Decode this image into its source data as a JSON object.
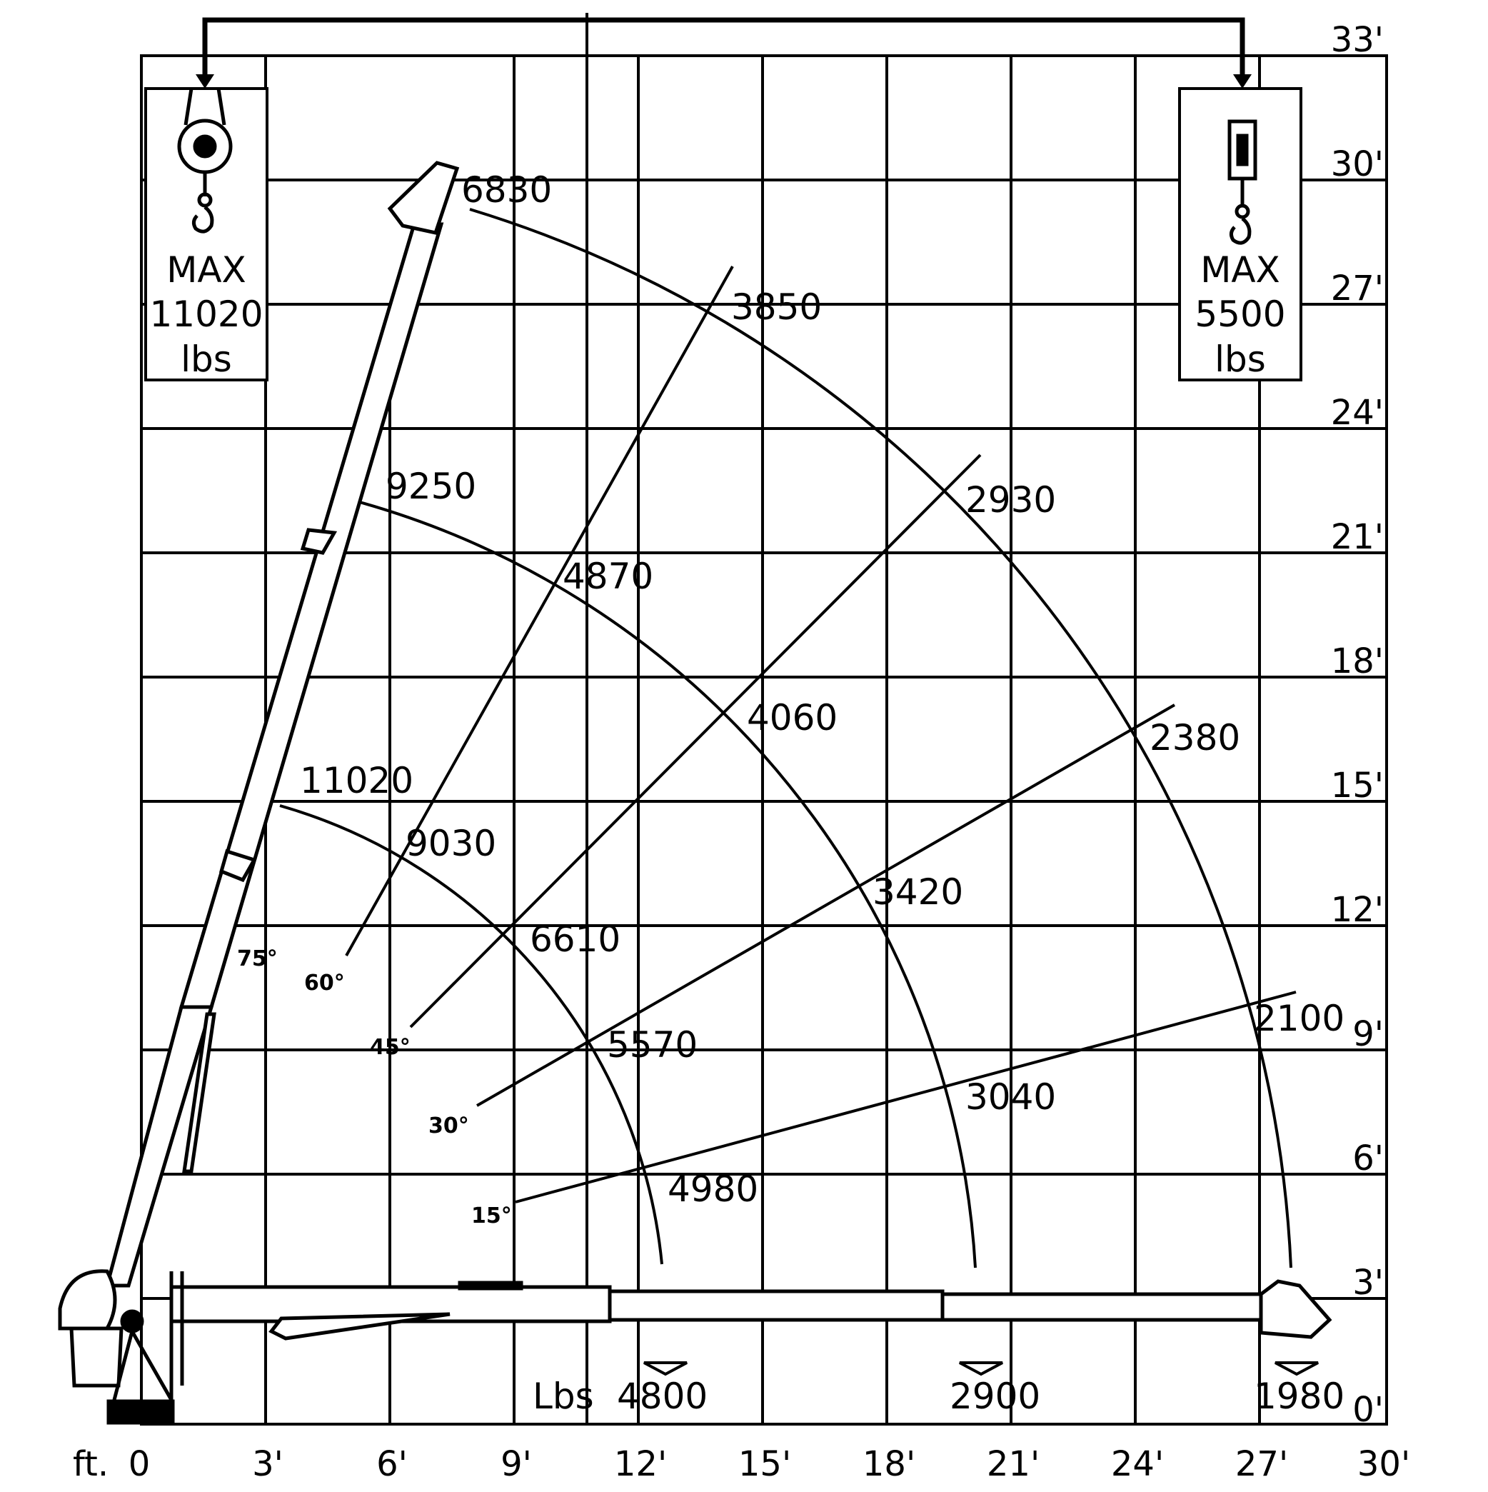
{
  "axes": {
    "x_unit": "ft.",
    "x_ticks": [
      "0",
      "3'",
      "6'",
      "9'",
      "12'",
      "15'",
      "18'",
      "21'",
      "24'",
      "27'",
      "30'"
    ],
    "y_ticks": [
      "0'",
      "3'",
      "6'",
      "9'",
      "12'",
      "15'",
      "18'",
      "21'",
      "24'",
      "27'",
      "30'",
      "33'"
    ]
  },
  "left_box": {
    "max": "MAX",
    "value": "11020",
    "unit": "lbs"
  },
  "right_box": {
    "max": "MAX",
    "value": "5500",
    "unit": "lbs"
  },
  "arc_loads": {
    "a1": {
      "top": "11020",
      "d60": "9030",
      "d45": "6610",
      "d30": "5570",
      "d15": "4980"
    },
    "a2": {
      "top": "9250",
      "d60": "4870",
      "d45": "4060",
      "d30": "3420",
      "d15": "3040"
    },
    "a3": {
      "top": "6830",
      "d60": "3850",
      "d45": "2930",
      "d30": "2380",
      "d15": "2100"
    }
  },
  "angles": {
    "a75": "75°",
    "a60": "60°",
    "a45": "45°",
    "a30": "30°",
    "a15": "15°"
  },
  "ground": {
    "lbs_label": "Lbs",
    "g1": "4800",
    "g2": "2900",
    "g3": "1980"
  }
}
